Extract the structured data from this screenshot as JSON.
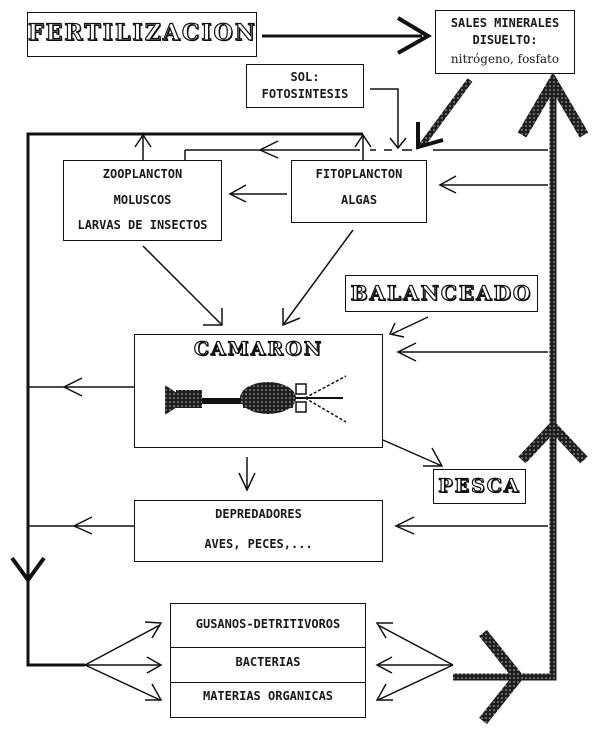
{
  "diagram": {
    "fertilizacion": "FERTILIZACION",
    "sales": {
      "line1": "SALES MINERALES",
      "line2": "DISUELTO:",
      "line3": "nitrógeno, fosfato"
    },
    "sol": {
      "line1": "SOL:",
      "line2": "FOTOSINTESIS"
    },
    "zooplancton": {
      "line1": "ZOOPLANCTON",
      "line2": "MOLUSCOS",
      "line3": "LARVAS DE INSECTOS"
    },
    "fitoplancton": {
      "line1": "FITOPLANCTON",
      "line2": "ALGAS"
    },
    "balanceado": "BALANCEADO",
    "camaron": "CAMARON",
    "pesca": "PESCA",
    "depredadores": {
      "line1": "DEPREDADORES",
      "line2": "AVES, PECES,..."
    },
    "descomponedores": {
      "rows": [
        "GUSANOS-DETRITIVOROS",
        "BACTERIAS",
        "MATERIAS ORGANICAS"
      ]
    }
  },
  "colors": {
    "ink": "#111111",
    "thick_arrow_fill": "#2a2a2a",
    "background": "#ffffff"
  }
}
